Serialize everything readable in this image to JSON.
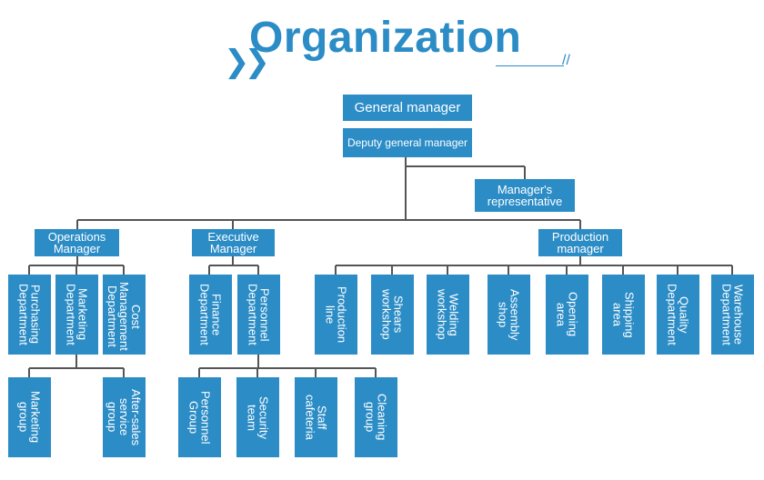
{
  "header": {
    "title": "Organization",
    "chevron_icon": "double-chevron-right-icon",
    "accent": "#2b8cc6"
  },
  "nodes": {
    "general_manager": "General manager",
    "deputy_general_manager": "Deputy general manager",
    "managers_representative": "Manager's representative",
    "operations_manager": "Operations Manager",
    "executive_manager": "Executive Manager",
    "production_manager": "Production manager",
    "purchasing_department": "Purchasing Department",
    "marketing_department": "Marketing Department",
    "cost_management_department": "Cost Management Department",
    "finance_department": "Finance Department",
    "personnel_department": "Personnel Department",
    "production_line": "Production line",
    "shears_workshop": "Shears workshop",
    "welding_workshop": "Welding workshop",
    "assembly_shop": "Assembly shop",
    "opening_area": "Opening area",
    "shipping_area": "Shipping area",
    "quality_department": "Quality Department",
    "warehouse_department": "Warehouse Department",
    "marketing_group": "Marketing group",
    "after_sales_service_group": "After-sales service group",
    "personnel_group": "Personnel Group",
    "security_team": "Security team",
    "staff_cafeteria": "Staff cafeteria",
    "cleaning_group": "Cleaning group"
  }
}
